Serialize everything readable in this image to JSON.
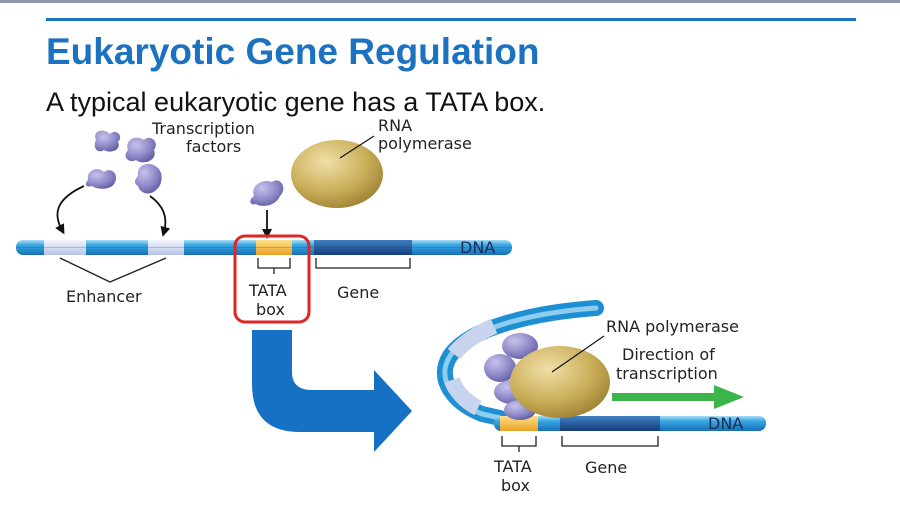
{
  "slide": {
    "title": "Eukaryotic Gene Regulation",
    "subtitle": "A typical eukaryotic gene has a TATA box."
  },
  "diagram": {
    "top": {
      "transcription_factors_line1": "Transcription",
      "transcription_factors_line2": "factors",
      "rna_polymerase_line1": "RNA",
      "rna_polymerase_line2": "polymerase",
      "dna": "DNA",
      "enhancer": "Enhancer",
      "tata_line1": "TATA",
      "tata_line2": "box",
      "gene": "Gene"
    },
    "bottom": {
      "rna_polymerase": "RNA polymerase",
      "direction_line1": "Direction of",
      "direction_line2": "transcription",
      "dna": "DNA",
      "tata_line1": "TATA",
      "tata_line2": "box",
      "gene": "Gene"
    }
  },
  "colors": {
    "title": "#1b72c0",
    "dna_strand": "#1e8fd2",
    "enhancer_band": "#c8d4ee",
    "tata_band": "#f5b83c",
    "gene_band": "#1d5a9c",
    "transcription_factor": "#8b86c6",
    "rna_polymerase": "#c9ad58",
    "highlight_box": "#e02525",
    "process_arrow": "#1670c4",
    "direction_arrow": "#3bb54a"
  }
}
